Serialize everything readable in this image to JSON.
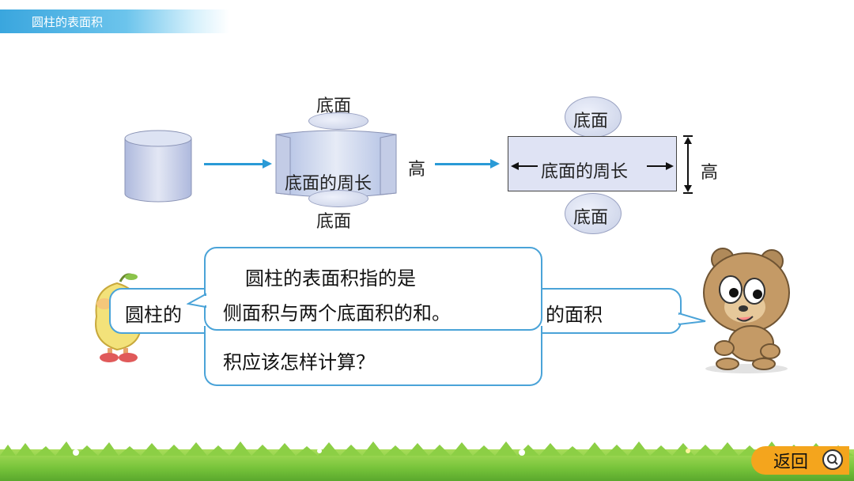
{
  "header": {
    "title": "圆柱的表面积"
  },
  "diagram": {
    "top_base_label": "底面",
    "bottom_base_label": "底面",
    "circumference_label_middle": "底面的周长",
    "height_label_middle": "高",
    "net_top_base_label": "底面",
    "net_bottom_base_label": "底面",
    "net_circumference_label": "底面的周长",
    "net_height_label": "高"
  },
  "bubbles": {
    "back_left_text": "圆柱的",
    "back_right_text": "的面积",
    "back_bottom_text": "积应该怎样计算？",
    "front_line1": "圆柱的表面积指的是",
    "front_line2": "侧面积与两个底面积的和。"
  },
  "nav": {
    "back_label": "返回"
  }
}
